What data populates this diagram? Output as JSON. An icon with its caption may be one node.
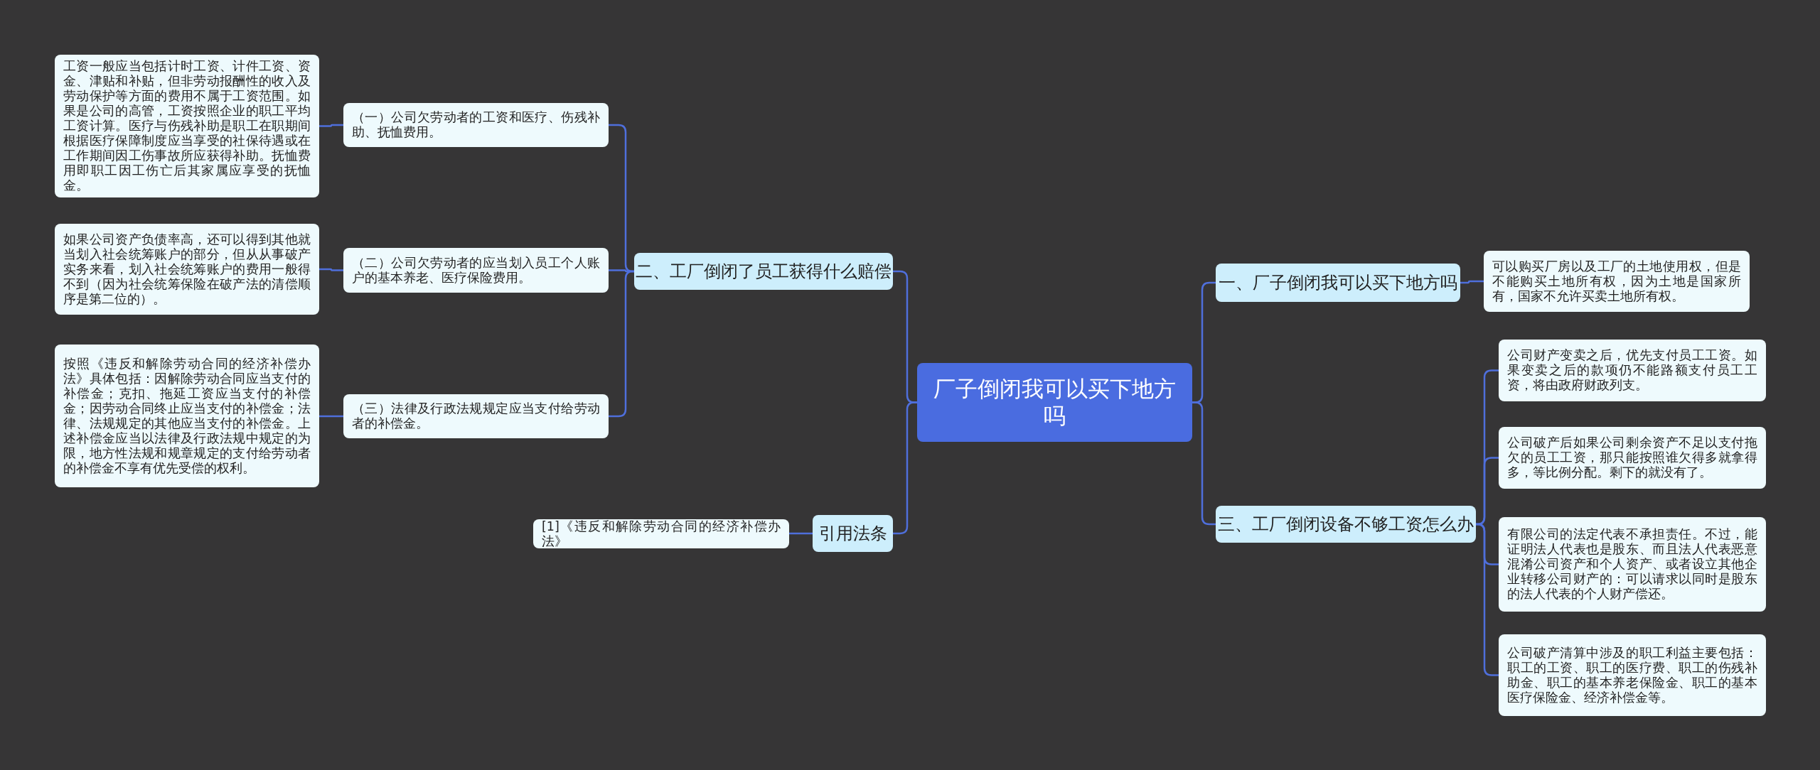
{
  "diagram": {
    "nodes": [
      {
        "text": [
          "厂子倒闭我可以买下地方吗"
        ]
      },
      {
        "text": [
          "一、厂子倒闭我可以买下地方吗"
        ]
      },
      {
        "text": [
          "可以购买厂房以及工厂的土地使用权，但是不能购买土地所有权，因为土地是国家所有，国家不允许买卖土地所有权。"
        ]
      },
      {
        "text": [
          "二、工厂倒闭了员工获得什么赔偿"
        ]
      },
      {
        "text": [
          "（一）公司欠劳动者的工资和医疗、伤残补助、抚恤费用。"
        ]
      },
      {
        "text": [
          "工资一般应当包括计时工资、计件工资、资金、津贴和补贴，但非劳动报酬性的收入及劳动保护等方面的费用不属于工资范围。如果是公司的高管，工资按照企业的职工平均工资计算。医疗与伤残补助是职工在职期间根据医疗保障制度应当享受的社保待遇或在工作期间因工伤事故所应获得补助。抚恤费用即职工因工伤亡后其家属应享受的抚恤金。"
        ]
      },
      {
        "text": [
          "（二）公司欠劳动者的应当划入员工个人账户的基本养老、医疗保险费用。"
        ]
      },
      {
        "text": [
          "如果公司资产负债率高，还可以得到其他就当划入社会统筹账户的部分，但从从事破产实务来看，划入社会统筹账户的费用一般得不到（因为社会统筹保险在破产法的清偿顺序是第二位的）。"
        ]
      },
      {
        "text": [
          "（三）法律及行政法规规定应当支付给劳动者的补偿金。"
        ]
      },
      {
        "text": [
          "按照《违反和解除劳动合同的经济补偿办法》具体包括：因解除劳动合同应当支付的补偿金；克扣、拖延工资应当支付的补偿金；因劳动合同终止应当支付的补偿金；法律、法规规定的其他应当支付的补偿金。上述补偿金应当以法律及行政法规中规定的为限，地方性法规和规章规定的支付给劳动者的补偿金不享有优先受偿的权利。"
        ]
      },
      {
        "text": [
          "三、工厂倒闭设备不够工资怎么办"
        ]
      },
      {
        "text": [
          "公司财产变卖之后，优先支付员工工资。如果变卖之后的款项仍不能路额支付员工工资，将由政府财政列支。"
        ]
      },
      {
        "text": [
          "公司破产后如果公司剩余资产不足以支付拖欠的员工工资，那只能按照谁欠得多就拿得多，等比例分配。剩下的就没有了。"
        ]
      },
      {
        "text": [
          "有限公司的法定代表不承担责任。不过，能证明法人代表也是股东、而且法人代表恶意混淆公司资产和个人资产、或者设立其他企业转移公司财产的：可以请求以同时是股东的法人代表的个人财产偿还。"
        ]
      },
      {
        "text": [
          "公司破产清算中涉及的职工利益主要包括：职工的工资、职工的医疗费、职工的伤残补助金、职工的基本养老保险金、职工的基本医疗保险金、经济补偿金等。"
        ]
      },
      {
        "text": [
          "引用法条"
        ]
      },
      {
        "text": [
          "[1]《违反和解除劳动合同的经济补偿办法》"
        ]
      }
    ],
    "edges": [
      {
        "from": 0,
        "to": 1,
        "arrow": "none"
      },
      {
        "from": 1,
        "to": 2,
        "arrow": "none"
      },
      {
        "from": 0,
        "to": 3,
        "arrow": "none"
      },
      {
        "from": 3,
        "to": 4,
        "arrow": "none"
      },
      {
        "from": 4,
        "to": 5,
        "arrow": "none"
      },
      {
        "from": 3,
        "to": 6,
        "arrow": "none"
      },
      {
        "from": 6,
        "to": 7,
        "arrow": "none"
      },
      {
        "from": 3,
        "to": 8,
        "arrow": "none"
      },
      {
        "from": 8,
        "to": 9,
        "arrow": "none"
      },
      {
        "from": 0,
        "to": 10,
        "arrow": "none"
      },
      {
        "from": 10,
        "to": 11,
        "arrow": "none"
      },
      {
        "from": 10,
        "to": 12,
        "arrow": "none"
      },
      {
        "from": 10,
        "to": 13,
        "arrow": "none"
      },
      {
        "from": 10,
        "to": 14,
        "arrow": "none"
      },
      {
        "from": 0,
        "to": 15,
        "arrow": "none"
      },
      {
        "from": 15,
        "to": 16,
        "arrow": "none"
      }
    ]
  }
}
